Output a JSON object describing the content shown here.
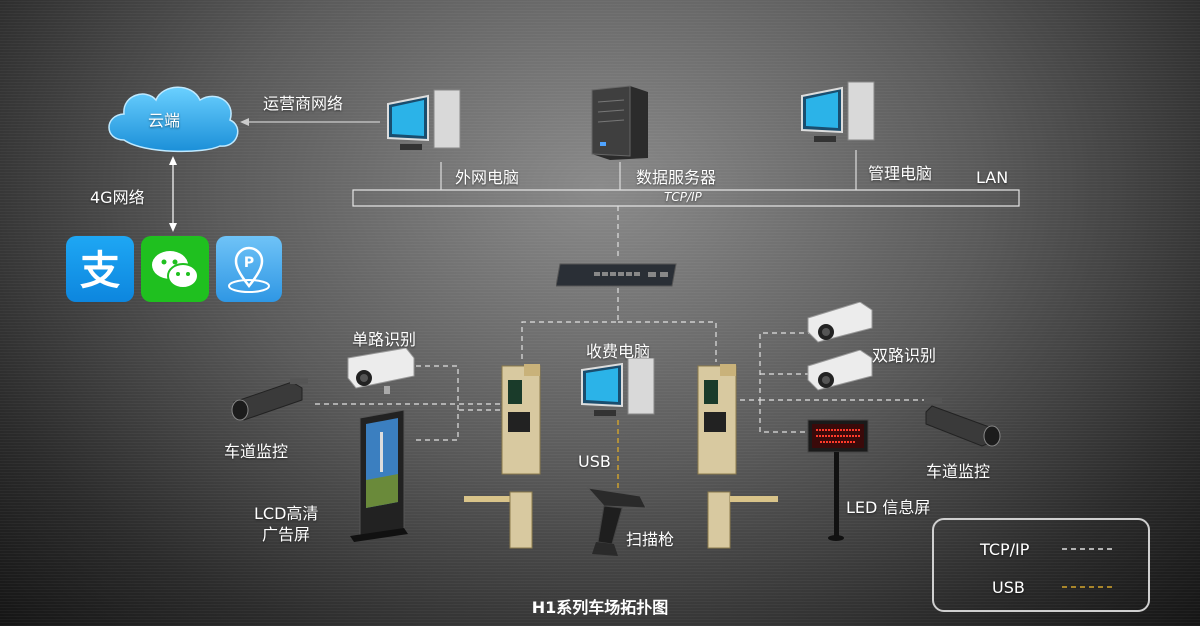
{
  "diagram": {
    "title": "H1系列车场拓扑图",
    "nodes": {
      "cloud": "云端",
      "carrier_network": "运营商网络",
      "net_4g": "4G网络",
      "external_pc": "外网电脑",
      "data_server": "数据服务器",
      "admin_pc": "管理电脑",
      "lan": "LAN",
      "tcpip_bus": "TCP/IP",
      "toll_pc": "收费电脑",
      "single_lane_recognition": "单路识别",
      "dual_lane_recognition": "双路识别",
      "lane_monitor_left": "车道监控",
      "lane_monitor_right": "车道监控",
      "lcd_ad_screen_line1": "LCD高清",
      "lcd_ad_screen_line2": "广告屏",
      "usb": "USB",
      "scanner": "扫描枪",
      "led_screen": "LED 信息屏"
    },
    "app_icons": [
      "alipay-icon",
      "wechat-icon",
      "parking-app-icon"
    ],
    "legend": [
      {
        "label": "TCP/IP",
        "color": "#e0e0e0"
      },
      {
        "label": "USB",
        "color": "#d4a52c"
      }
    ]
  }
}
